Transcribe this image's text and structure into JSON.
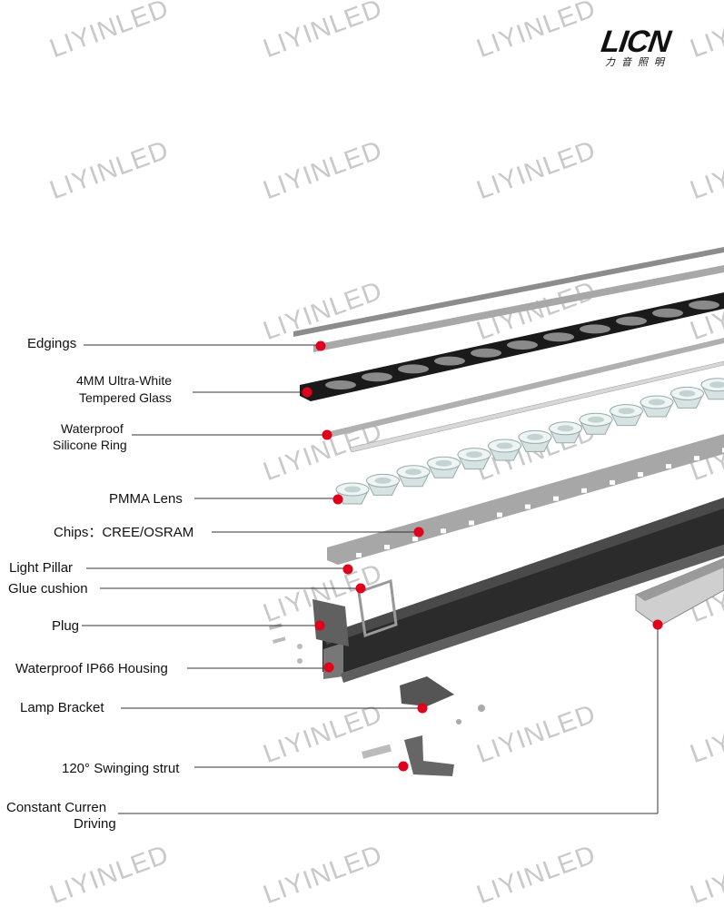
{
  "watermark": "LIYINLED",
  "logo": {
    "name": "LICN",
    "subtitle": "力音照明"
  },
  "labels": {
    "edgings": "Edgings",
    "glass_1": "4MM Ultra-White",
    "glass_2": "Tempered Glass",
    "ring_1": "Waterproof",
    "ring_2": "Silicone Ring",
    "lens": "PMMA Lens",
    "chips": "Chips：CREE/OSRAM",
    "pillar": "Light Pillar",
    "glue": "Glue cushion",
    "plug": "Plug",
    "housing": "Waterproof IP66 Housing",
    "bracket": "Lamp  Bracket",
    "strut": "120° Swinging strut",
    "driver_1": "Constant Curren",
    "driver_2": "Driving"
  },
  "colors": {
    "dot": "#e0001b",
    "leader": "#333333"
  }
}
